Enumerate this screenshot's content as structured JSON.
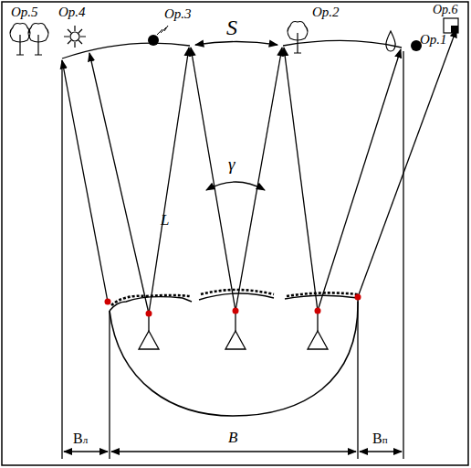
{
  "diagram": {
    "labels": [
      "Ор.5",
      "Ор.4",
      "Ор.3",
      "S",
      "Ор.2",
      "Ор.1",
      "Ор.6",
      "L",
      "γ",
      "Вл",
      "В",
      "Вп"
    ]
  }
}
